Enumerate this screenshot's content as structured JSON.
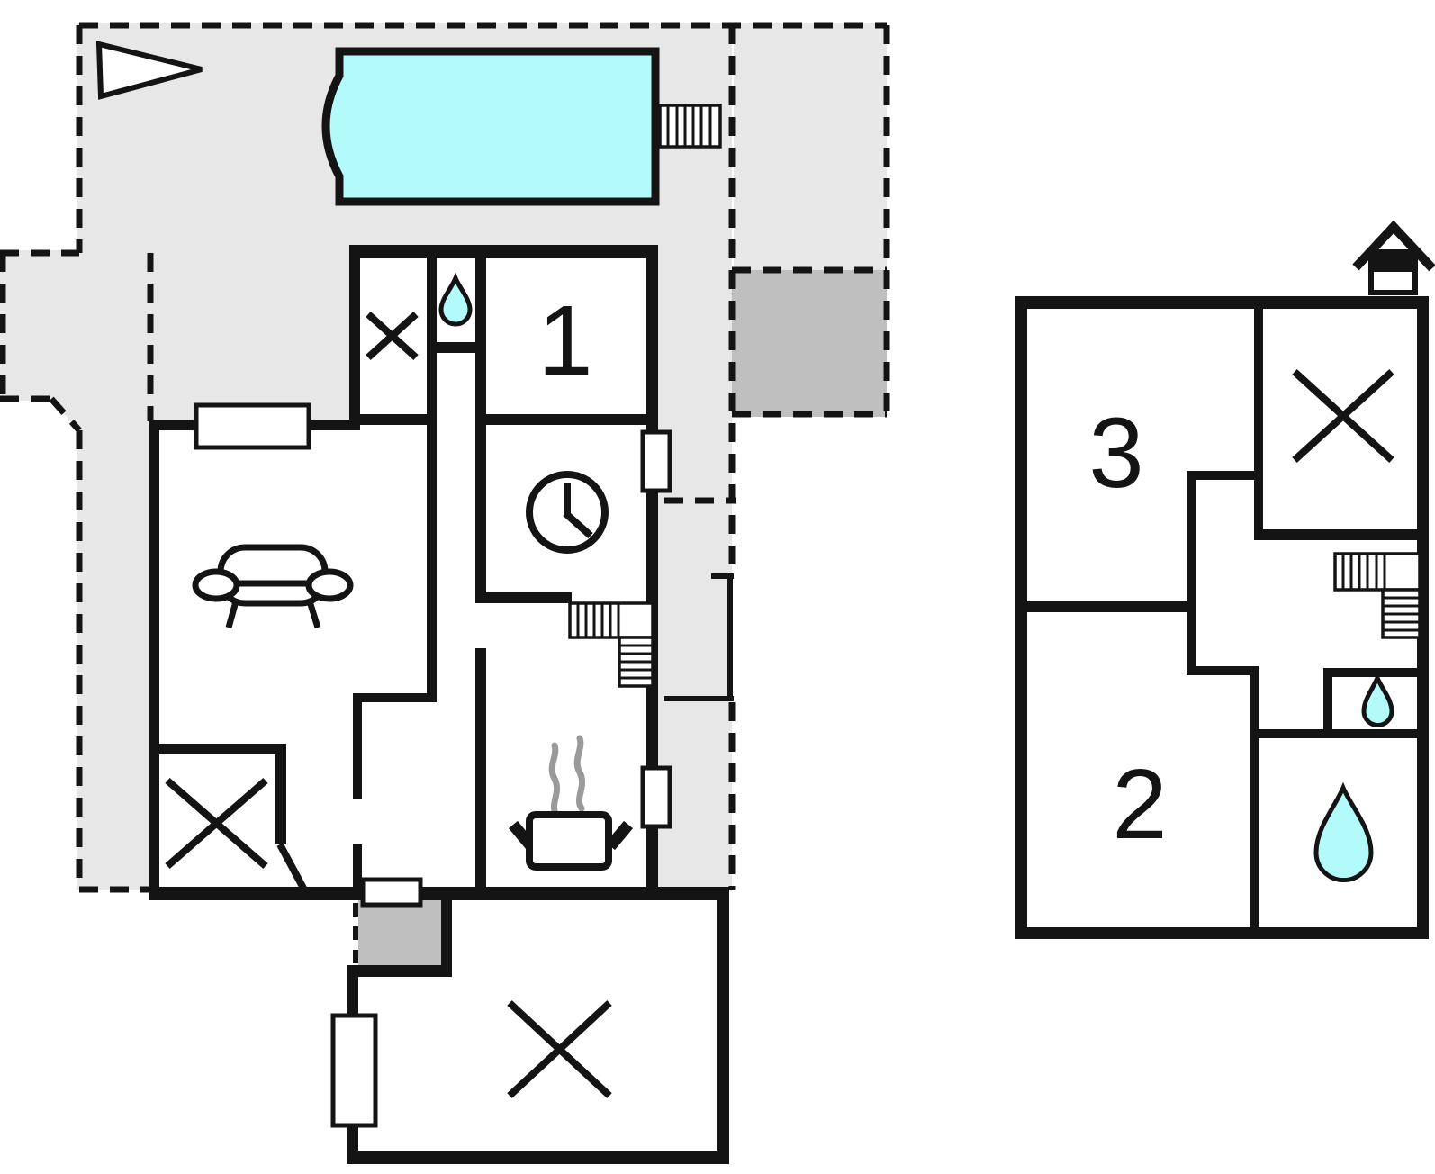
{
  "colors": {
    "wall": "#141414",
    "terrace": "#e7e7e7",
    "dark": "#bfbfbf",
    "water": "#b3fbfb",
    "steam": "#9a9a9a",
    "paper": "#ffffff"
  },
  "ground_floor": {
    "rooms": [
      {
        "label": "1"
      }
    ],
    "icons": [
      "north-arrow",
      "pool",
      "pool-ladder",
      "wardrobe-x",
      "water-drop",
      "clock",
      "sofa",
      "window",
      "stairs",
      "stove",
      "steam",
      "door-swing",
      "entry-porch",
      "terrace-dashed-outline"
    ]
  },
  "upper_floor": {
    "rooms": [
      {
        "label": "3"
      },
      {
        "label": "2"
      }
    ],
    "icons": [
      "chimney",
      "wardrobe-x",
      "stairs",
      "water-drop-small",
      "water-drop-large"
    ]
  }
}
